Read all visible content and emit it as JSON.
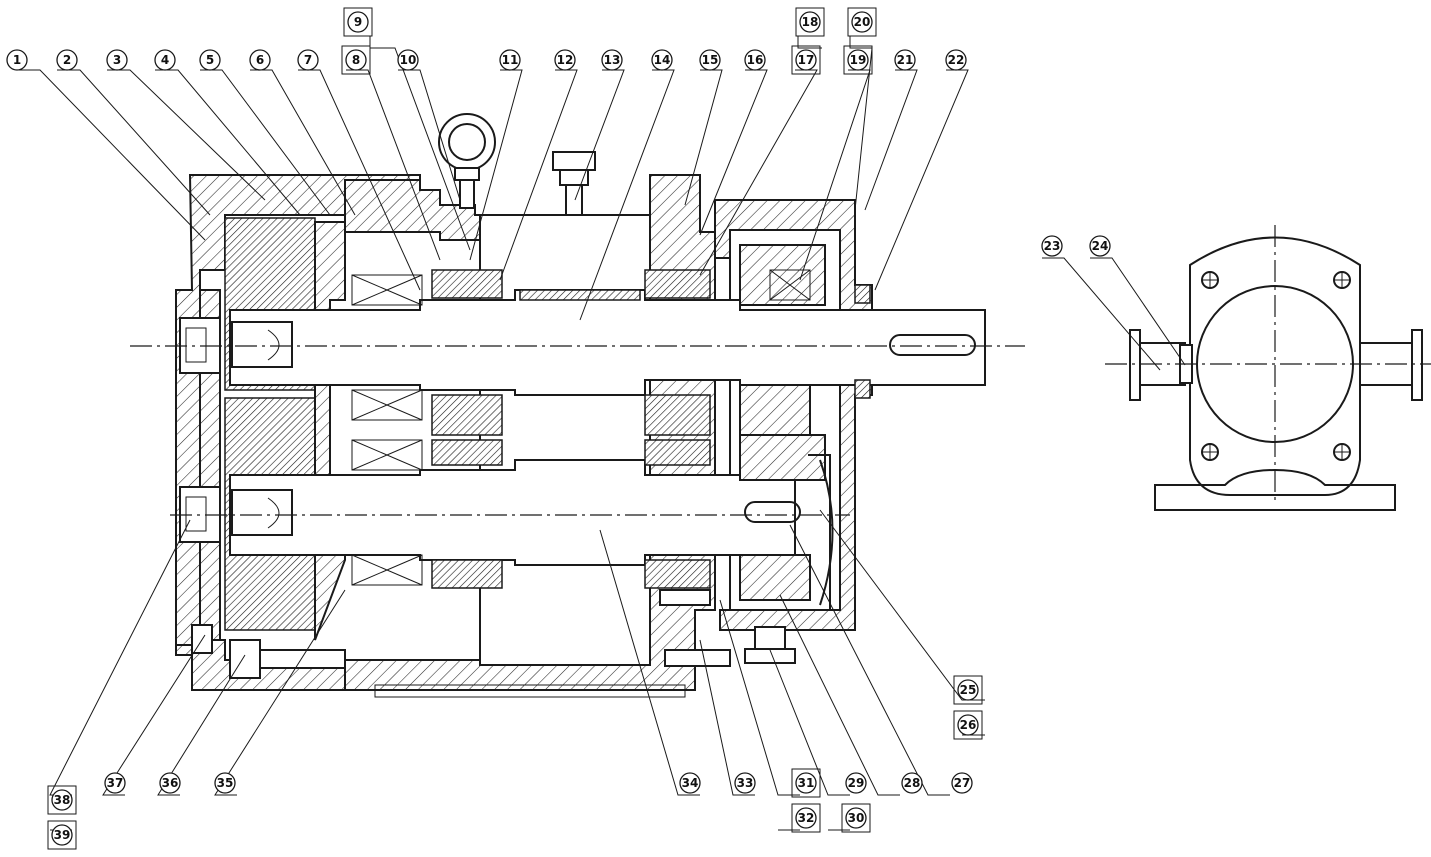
{
  "callouts": [
    {
      "id": "c1",
      "label": "1"
    },
    {
      "id": "c2",
      "label": "2"
    },
    {
      "id": "c3",
      "label": "3"
    },
    {
      "id": "c4",
      "label": "4"
    },
    {
      "id": "c5",
      "label": "5"
    },
    {
      "id": "c6",
      "label": "6"
    },
    {
      "id": "c7",
      "label": "7"
    },
    {
      "id": "c8",
      "label": "8"
    },
    {
      "id": "c9",
      "label": "9"
    },
    {
      "id": "c10",
      "label": "10"
    },
    {
      "id": "c11",
      "label": "11"
    },
    {
      "id": "c12",
      "label": "12"
    },
    {
      "id": "c13",
      "label": "13"
    },
    {
      "id": "c14",
      "label": "14"
    },
    {
      "id": "c15",
      "label": "15"
    },
    {
      "id": "c16",
      "label": "16"
    },
    {
      "id": "c17",
      "label": "17"
    },
    {
      "id": "c18",
      "label": "18"
    },
    {
      "id": "c19",
      "label": "19"
    },
    {
      "id": "c20",
      "label": "20"
    },
    {
      "id": "c21",
      "label": "21"
    },
    {
      "id": "c22",
      "label": "22"
    },
    {
      "id": "c23",
      "label": "23"
    },
    {
      "id": "c24",
      "label": "24"
    },
    {
      "id": "c25",
      "label": "25"
    },
    {
      "id": "c26",
      "label": "26"
    },
    {
      "id": "c27",
      "label": "27"
    },
    {
      "id": "c28",
      "label": "28"
    },
    {
      "id": "c29",
      "label": "29"
    },
    {
      "id": "c30",
      "label": "30"
    },
    {
      "id": "c31",
      "label": "31"
    },
    {
      "id": "c32",
      "label": "32"
    },
    {
      "id": "c33",
      "label": "33"
    },
    {
      "id": "c34",
      "label": "34"
    },
    {
      "id": "c35",
      "label": "35"
    },
    {
      "id": "c36",
      "label": "36"
    },
    {
      "id": "c37",
      "label": "37"
    },
    {
      "id": "c38",
      "label": "38"
    },
    {
      "id": "c39",
      "label": "39"
    }
  ]
}
